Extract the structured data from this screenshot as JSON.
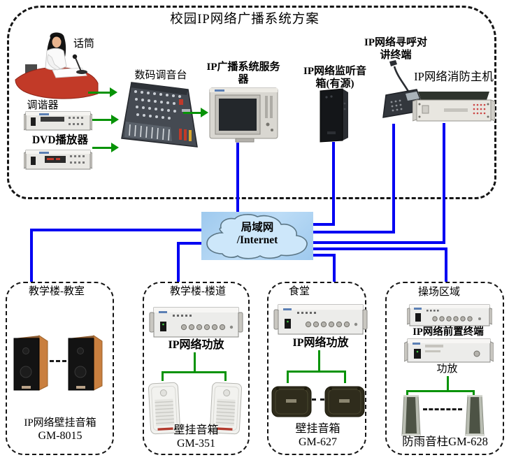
{
  "title": "校园IP网络广播系统方案",
  "headend": {
    "mic_label": "话筒",
    "tuner_label": "调谐器",
    "dvd_label": "DVD播放器",
    "mixer_label": "数码调音台",
    "server_label_line1": "IP广播系统服务",
    "server_label_line2": "器",
    "monitor_label_line1": "IP网络监听音",
    "monitor_label_line2": "箱(有源)",
    "paging_label_line1": "IP网络寻呼对",
    "paging_label_line2": "讲终端",
    "fire_label": "IP网络消防主机"
  },
  "network": {
    "cloud_label_line1": "局域网",
    "cloud_label_line2": "/Internet"
  },
  "zones": {
    "classroom": {
      "name": "教学楼-教室",
      "device_label_line1": "IP网络壁挂音箱",
      "device_label_line2": "GM-8015"
    },
    "corridor": {
      "name": "教学楼-楼道",
      "amp_label": "IP网络功放",
      "device_label_line1": "壁挂音箱",
      "device_label_line2": "GM-351"
    },
    "canteen": {
      "name": "食堂",
      "amp_label": "IP网络功放",
      "device_label_line1": "壁挂音箱",
      "device_label_line2": "GM-627"
    },
    "playground": {
      "name": "操场区域",
      "terminal_label": "IP网络前置终端",
      "amp_label": "功放",
      "device_label": "防雨音柱GM-628"
    }
  },
  "colors": {
    "connection_blue": "#0202f2",
    "signal_green": "#079307",
    "cloud_panel_blue": "#a9cfef",
    "cloud_fill": "#cde7fa"
  }
}
